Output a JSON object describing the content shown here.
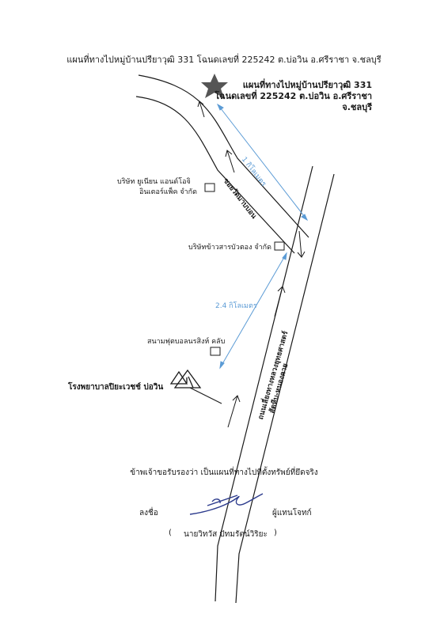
{
  "title": "แผนที่ทางไปหมู่บ้านปรียาวุฒิ 331 โฉนดเลขที่ 225242 ต.บ่อวิน อ.ศรีราชา จ.ชลบุรี",
  "destination": {
    "line1": "แผนที่ทางไปหมู่บ้านปรียาวุฒิ 331",
    "line2": "โฉนดเลขที่ 225242 ต.บ่อวิน อ.ศรีราชา",
    "line3": "จ.ชลบุรี",
    "icon": "star-icon"
  },
  "distances": {
    "upper": "1 กิโลเมตร",
    "lower": "2.4 กิโลเมตร"
  },
  "roads": {
    "soi": "ซอยวัดมาบบอน",
    "main_line1": "ถนนเลี่ยงทางหลวงยุทธศาสตร์",
    "main_line2": "สัตหีบ-หนองคาย"
  },
  "landmarks": {
    "company1_line1": "บริษัท ยูเนียน แอนด์โอจิ",
    "company1_line2": "อินเตอร์แพ็ค จำกัด",
    "company2": "บริษัทข้าวสารบัวตอง จำกัด",
    "football": "สนามฟุตบอลนรสิงห์ คลับ",
    "hospital": "โรงพยาบาลปิยะเวชช์ บ่อวิน",
    "hospital_icon": "tent-warning-icon"
  },
  "certification": "ข้าพเจ้าขอรับรองว่า เป็นแผนที่ทางไปที่ตั้งทรัพย์ที่ยึดจริง",
  "signature": {
    "sign_label": "ลงชื่อ",
    "role": "ผู้แทนโจทก์",
    "open_paren": "(",
    "name": "นายวิทวัส ปัทมรัตน์วิริยะ",
    "close_paren": ")"
  },
  "colors": {
    "road": "#1a1a1a",
    "distance": "#5b9bd5",
    "signature_ink": "#2b3a8c"
  }
}
